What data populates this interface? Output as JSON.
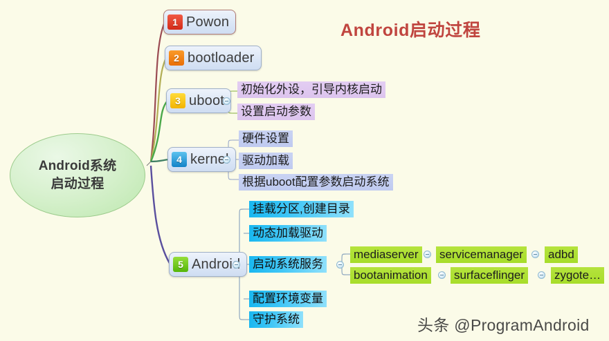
{
  "meta": {
    "headline": "Android启动过程",
    "watermark": "头条 @ProgramAndroid",
    "background_color": "#fbfbe8"
  },
  "root": {
    "line1": "Android系统",
    "line2": "启动过程"
  },
  "stages": [
    {
      "number": "1",
      "label": "Powon",
      "badge_color": "#dd3322",
      "connector_color": "#9a4a52",
      "children": []
    },
    {
      "number": "2",
      "label": "bootloader",
      "badge_color": "#ee7913",
      "connector_color": "#b2ae55",
      "children": []
    },
    {
      "number": "3",
      "label": "uboot",
      "badge_color": "#f6c000",
      "connector_color": "#4aa84a",
      "children": [
        {
          "label": "初始化外设，引导内核启动"
        },
        {
          "label": "设置启动参数"
        }
      ]
    },
    {
      "number": "4",
      "label": "kernel",
      "badge_color": "#2d9ad6",
      "connector_color": "#3f7f63",
      "children": [
        {
          "label": "硬件设置"
        },
        {
          "label": "驱动加载"
        },
        {
          "label": "根据uboot配置参数启动系统"
        }
      ]
    },
    {
      "number": "5",
      "label": "Android",
      "badge_color": "#63c118",
      "connector_color": "#5a4f9e",
      "children": [
        {
          "label": "挂载分区,创建目录"
        },
        {
          "label": "动态加载驱动"
        },
        {
          "label": "启动系统服务"
        },
        {
          "label": "配置环境变量"
        },
        {
          "label": "守护系统"
        }
      ]
    }
  ],
  "services": {
    "parent": "启动系统服务",
    "row1": [
      "mediaserver",
      "servicemanager",
      "adbd"
    ],
    "row2": [
      "bootanimation",
      "surfaceflinger",
      "zygote…"
    ]
  },
  "icons": {
    "collapse": "collapse-minus-icon"
  }
}
